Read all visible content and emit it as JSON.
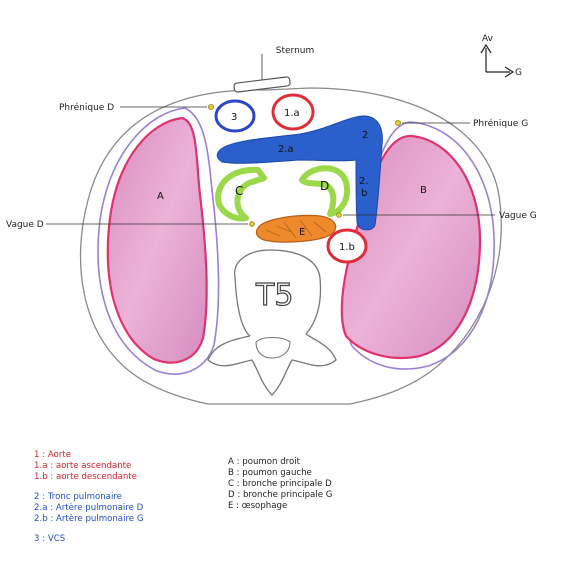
{
  "diagram": {
    "labels": {
      "sternum": "Sternum",
      "phrenic_right": "Phrénique D",
      "phrenic_left": "Phrénique G",
      "vagus_right": "Vague D",
      "vagus_left": "Vague G",
      "orientation_front": "Av",
      "orientation_left": "G"
    },
    "structures": {
      "lung_right": "A",
      "lung_left": "B",
      "bronchus_right": "C",
      "bronchus_left": "D",
      "esophagus": "E",
      "pulmonary_trunk": "2",
      "pulmonary_artery_right": "2.a",
      "pulmonary_artery_left_line1": "2.",
      "pulmonary_artery_left_line2": "b",
      "ascending_aorta": "1.a",
      "descending_aorta": "1.b",
      "svc": "3",
      "vertebra": "T5"
    },
    "colors": {
      "lung": "#e7a6cf",
      "lung_border": "#e0326e",
      "pulmonary": "#2a5fcc",
      "bronchus": "#9bd84a",
      "esophagus": "#ee8a2c",
      "aorta": "#e02c3a",
      "svc": "#2a47c8",
      "nerve_dot": "#e0cc2a"
    }
  },
  "legend": {
    "aorta": [
      "1 : Aorte",
      "1.a : aorte ascendante",
      "1.b : aorte descendante"
    ],
    "pulmonary": [
      "2 : Tronc pulmonaire",
      "2.a : Artère pulmonaire D",
      "2.b : Artère pulmonaire G"
    ],
    "svc": [
      "3 : VCS"
    ],
    "letters": [
      "A : poumon droit",
      "B : poumon gauche",
      "C : bronche principale D",
      "D : bronche principale G",
      "E : œsophage"
    ]
  }
}
